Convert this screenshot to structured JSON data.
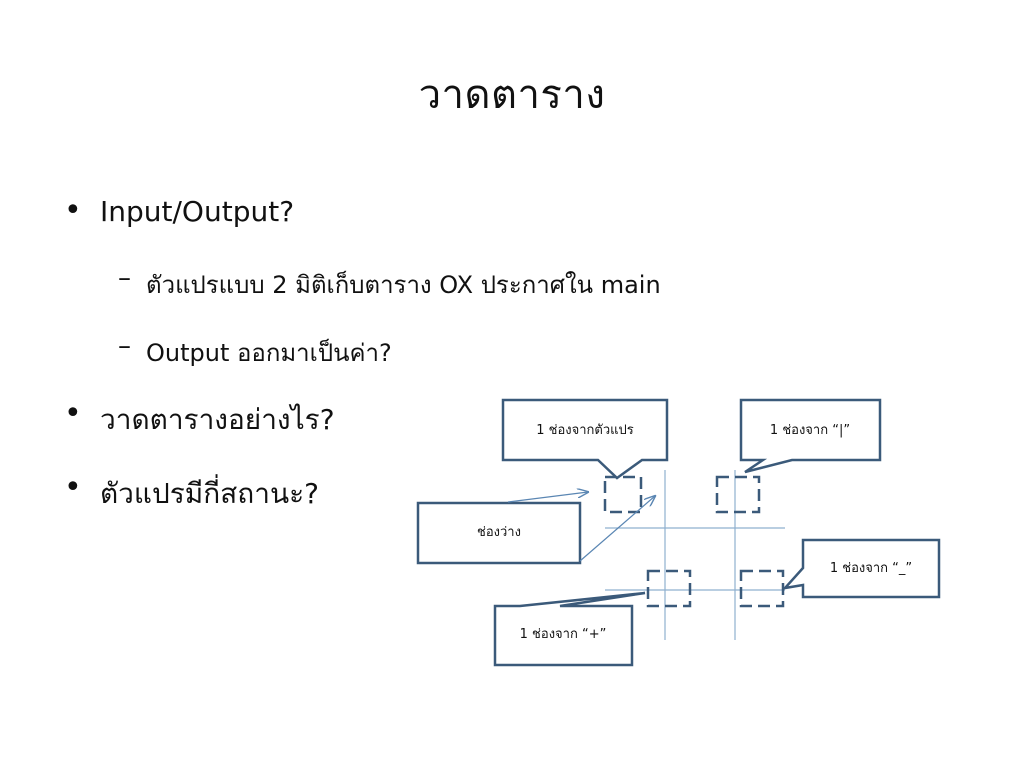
{
  "slide": {
    "title": "วาดตาราง",
    "bullets": [
      {
        "bullet": "•",
        "text": "Input/Output?"
      },
      {
        "bullet": "•",
        "text": "วาดตารางอย่างไร?"
      },
      {
        "bullet": "•",
        "text": "ตัวแปรมีกี่สถานะ?"
      }
    ],
    "sub_bullets": [
      {
        "dash": "–",
        "text": "ตัวแปรแบบ 2 มิติเก็บตาราง OX ประกาศใน main"
      },
      {
        "dash": "–",
        "text": "Output ออกมาเป็นค่า?"
      }
    ]
  },
  "diagram": {
    "callouts": {
      "variable": "1 ช่องจากตัวแปร",
      "pipe": "1 ช่องจาก “|”",
      "blank": "ช่องว่าง",
      "underscore": "1 ช่องจาก “_”",
      "plus": "1 ช่องจาก “+”"
    },
    "colors": {
      "box_stroke": "#3b5a7a",
      "grid_line": "#8fb0cf",
      "arrow": "#5a86b3"
    }
  }
}
